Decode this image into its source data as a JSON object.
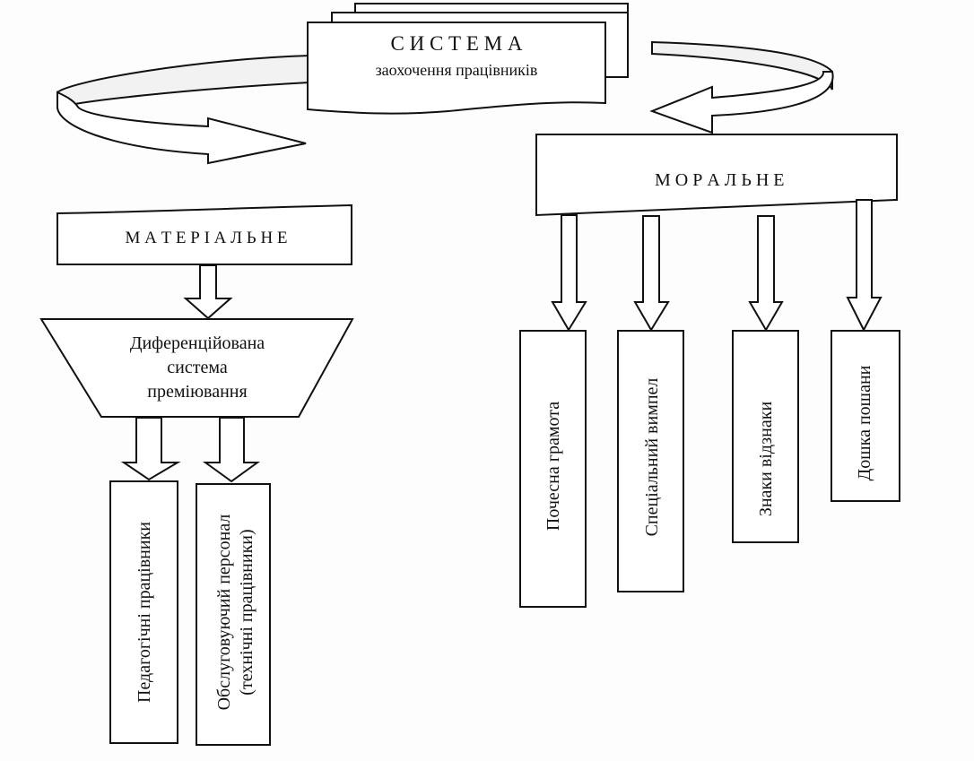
{
  "diagram": {
    "root": {
      "title": "С И С Т Е М А",
      "subtitle": "заохочення працівників"
    },
    "material": {
      "label": "М А Т Е Р І А Л Ь Н Е",
      "funnel": [
        "Диференційована",
        "система",
        "преміювання"
      ],
      "children": [
        {
          "label": "Педагогічні працівники"
        },
        {
          "label": "Обслуговуючий персонал",
          "sublabel": "(технічні працівники)"
        }
      ]
    },
    "moral": {
      "label": "М О Р А Л Ь Н Е",
      "children": [
        {
          "label": "Почесна   грамота"
        },
        {
          "label": "Спеціальний   вимпел"
        },
        {
          "label": "Знаки   відзнаки"
        },
        {
          "label": "Дошка пошани"
        }
      ]
    },
    "colors": {
      "stroke": "#111111",
      "fill": "#ffffff",
      "band": "#f2f2f2"
    }
  }
}
